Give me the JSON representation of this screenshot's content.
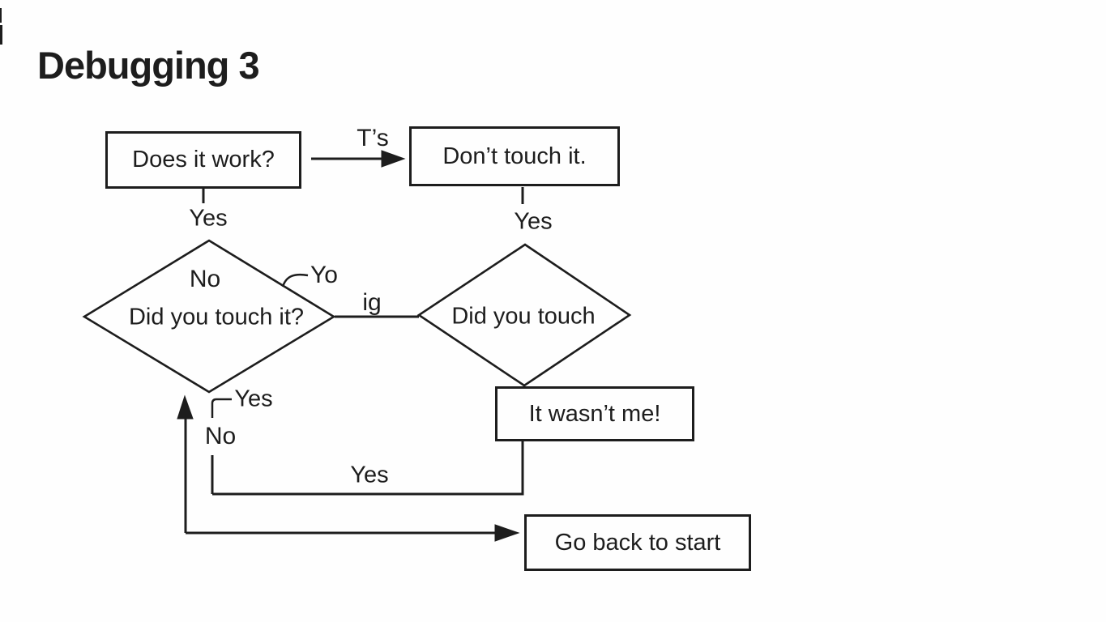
{
  "title": "Debugging 3",
  "colors": {
    "ink": "#1d1d1d",
    "background": "#fefefe"
  },
  "nodes": {
    "does_it_work": "Does it work?",
    "dont_touch_it": "Don’t touch it.",
    "left_diamond_top": "No",
    "left_diamond_main": "Did you touch it?",
    "right_diamond": "Did you touch",
    "it_wasnt_me": "It wasn’t me!",
    "go_back_to_start": "Go back to start"
  },
  "edge_labels": {
    "does_to_dont": "T’s",
    "does_to_left_diamond": "Yes",
    "dont_to_right_diamond": "Yes",
    "yo_annotation": "Yo",
    "diamond_to_diamond": "ig",
    "left_diamond_bracket_yes": "Yes",
    "left_diamond_no": "No",
    "loop_yes": "Yes"
  }
}
